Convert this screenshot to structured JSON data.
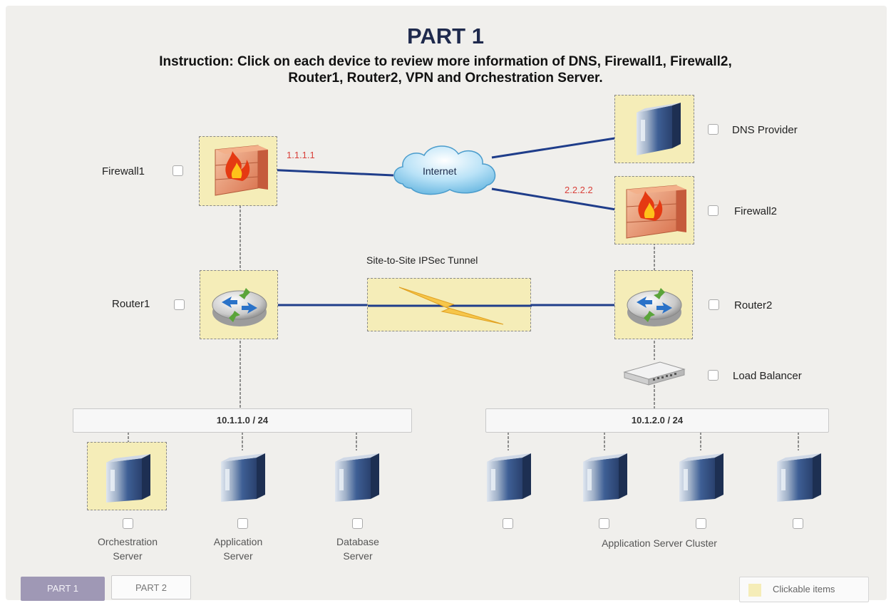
{
  "header": {
    "title": "PART 1",
    "instruction_line1": "Instruction: Click on each device to review more information of DNS, Firewall1, Firewall2,",
    "instruction_line2": "Router1, Router2, VPN and Orchestration Server."
  },
  "devices": {
    "firewall1": "Firewall1",
    "router1": "Router1",
    "dns": "DNS Provider",
    "firewall2": "Firewall2",
    "router2": "Router2",
    "load_balancer": "Load Balancer"
  },
  "ips": {
    "firewall1": "1.1.1.1",
    "firewall2": "2.2.2.2"
  },
  "internet": "Internet",
  "tunnel": "Site-to-Site IPSec Tunnel",
  "subnets": {
    "left": "10.1.1.0 / 24",
    "right": "10.1.2.0 / 24"
  },
  "servers": {
    "orchestration_line1": "Orchestration",
    "orchestration_line2": "Server",
    "application_line1": "Application",
    "application_line2": "Server",
    "database_line1": "Database",
    "database_line2": "Server",
    "cluster": "Application Server Cluster"
  },
  "tabs": {
    "part1": "PART 1",
    "part2": "PART 2"
  },
  "legend": {
    "label": "Clickable items"
  },
  "colors": {
    "accent_tab": "#9f98b5",
    "highlight": "#f5edb8",
    "ip_text": "#d9403a",
    "link_line": "#1f3d8a",
    "title_text": "#1f2a4d"
  },
  "icons": {
    "firewall": "firewall-flame-icon",
    "router": "router-arrows-icon",
    "server": "server-tower-icon",
    "cloud": "cloud-icon",
    "switch": "network-switch-icon",
    "lightning": "lightning-icon"
  }
}
